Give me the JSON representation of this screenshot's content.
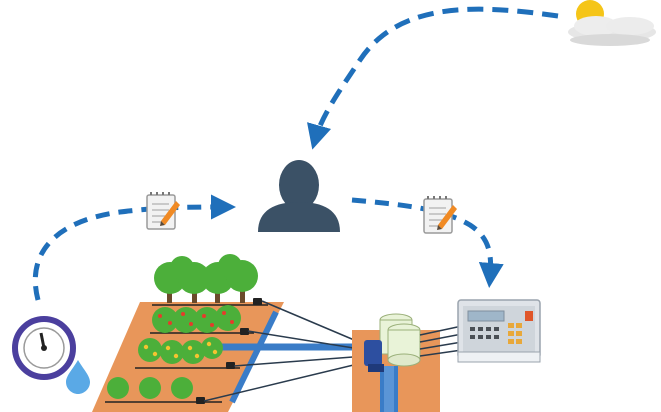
{
  "diagram": {
    "nodes": [
      {
        "id": "weather",
        "icon": "sun-cloud-icon"
      },
      {
        "id": "farmer",
        "icon": "person-icon"
      },
      {
        "id": "moisture-sensor",
        "icon": "gauge-icon"
      },
      {
        "id": "water-drop",
        "icon": "water-drop-icon"
      },
      {
        "id": "report-left",
        "icon": "notepad-pencil-icon"
      },
      {
        "id": "report-right",
        "icon": "notepad-pencil-icon"
      },
      {
        "id": "irrigation-field",
        "icon": "orchard-field-icon"
      },
      {
        "id": "pump-station",
        "icon": "pump-tanks-icon"
      },
      {
        "id": "controller",
        "icon": "irrigation-controller-icon"
      }
    ],
    "edges": [
      {
        "from": "weather",
        "to": "farmer",
        "style": "dashed-arrow"
      },
      {
        "from": "moisture-sensor",
        "to": "farmer",
        "style": "dashed-arrow",
        "via": "report-left"
      },
      {
        "from": "farmer",
        "to": "controller",
        "style": "dashed-arrow",
        "via": "report-right"
      }
    ],
    "colors": {
      "arrow": "#1f6fba",
      "person": "#3b5166",
      "soil": "#e8965a",
      "pipe": "#3a7cc7",
      "tree": "#4caf3a",
      "sun": "#f5c518",
      "cloud": "#e6e6e6",
      "gauge_ring": "#4b3f9e",
      "drop": "#5aa9e6",
      "tank": "#e9f3d8",
      "controller_body": "#dfe3e8"
    }
  }
}
